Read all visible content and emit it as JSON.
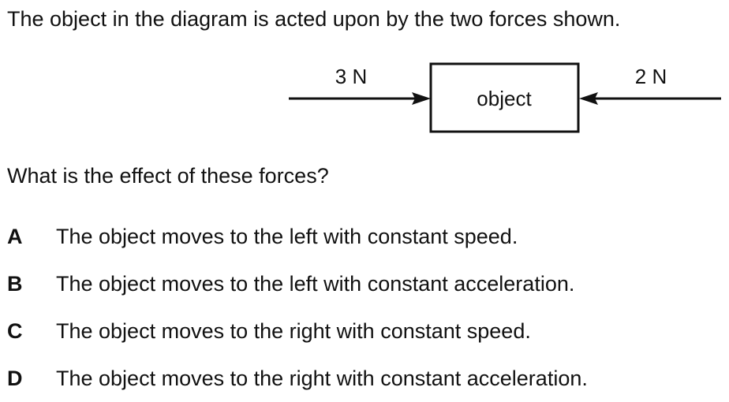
{
  "intro": "The object in the diagram is acted upon by the two forces shown.",
  "diagram": {
    "force_left_label": "3 N",
    "force_right_label": "2 N",
    "object_label": "object"
  },
  "question": "What is the effect of these forces?",
  "options": [
    {
      "letter": "A",
      "text": "The object moves to the left with constant speed."
    },
    {
      "letter": "B",
      "text": "The object moves to the left with constant acceleration."
    },
    {
      "letter": "C",
      "text": "The object moves to the right with constant speed."
    },
    {
      "letter": "D",
      "text": "The object moves to the right with constant acceleration."
    }
  ]
}
